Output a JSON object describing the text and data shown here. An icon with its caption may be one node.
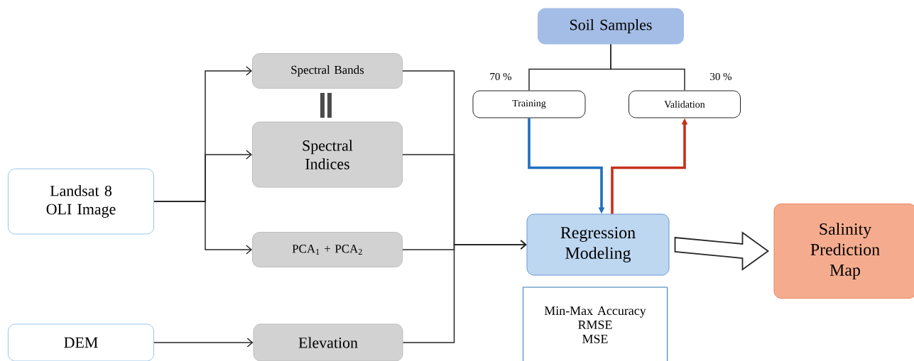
{
  "diagram": {
    "nodes": [
      {
        "text": [
          "Landsat 8 OLI Image"
        ]
      },
      {
        "text": [
          "DEM"
        ]
      },
      {
        "text": [
          "Spectral Bands"
        ]
      },
      {
        "text": [
          "Spectral Indices"
        ]
      },
      {
        "text": [
          "PCA$_{1}$ + PCA$_{2}$"
        ]
      },
      {
        "text": [
          "Elevation"
        ]
      },
      {
        "text": [
          "Soil Samples"
        ]
      },
      {
        "text": [
          "Training"
        ]
      },
      {
        "text": [
          "Validation"
        ]
      },
      {
        "text": [
          "Regression Modeling"
        ]
      },
      {
        "text": [
          "Salinity Prediction Map"
        ]
      },
      {
        "text": [
          "Min-Max Accuracy",
          "RMSE",
          "MSE"
        ]
      }
    ],
    "edges": [
      {
        "from": 0,
        "to": 2,
        "arrow": "to"
      },
      {
        "from": 0,
        "to": 3,
        "arrow": "to"
      },
      {
        "from": 0,
        "to": 4,
        "arrow": "to"
      },
      {
        "from": 1,
        "to": 5,
        "arrow": "to"
      },
      {
        "from": 2,
        "to": 9,
        "arrow": "to"
      },
      {
        "from": 3,
        "to": 9,
        "arrow": "to"
      },
      {
        "from": 4,
        "to": 9,
        "arrow": "to"
      },
      {
        "from": 5,
        "to": 9,
        "arrow": "to"
      },
      {
        "from": 6,
        "to": 7,
        "arrow": "none",
        "label": "70 %"
      },
      {
        "from": 6,
        "to": 8,
        "arrow": "none",
        "label": "30 %"
      },
      {
        "from": 7,
        "to": 9,
        "arrow": "to",
        "style": "thick",
        "color": "#1f6fc0"
      },
      {
        "from": 9,
        "to": 8,
        "arrow": "to",
        "style": "thick",
        "color": "#c4301c"
      },
      {
        "from": 9,
        "to": 10,
        "arrow": "to"
      }
    ]
  }
}
